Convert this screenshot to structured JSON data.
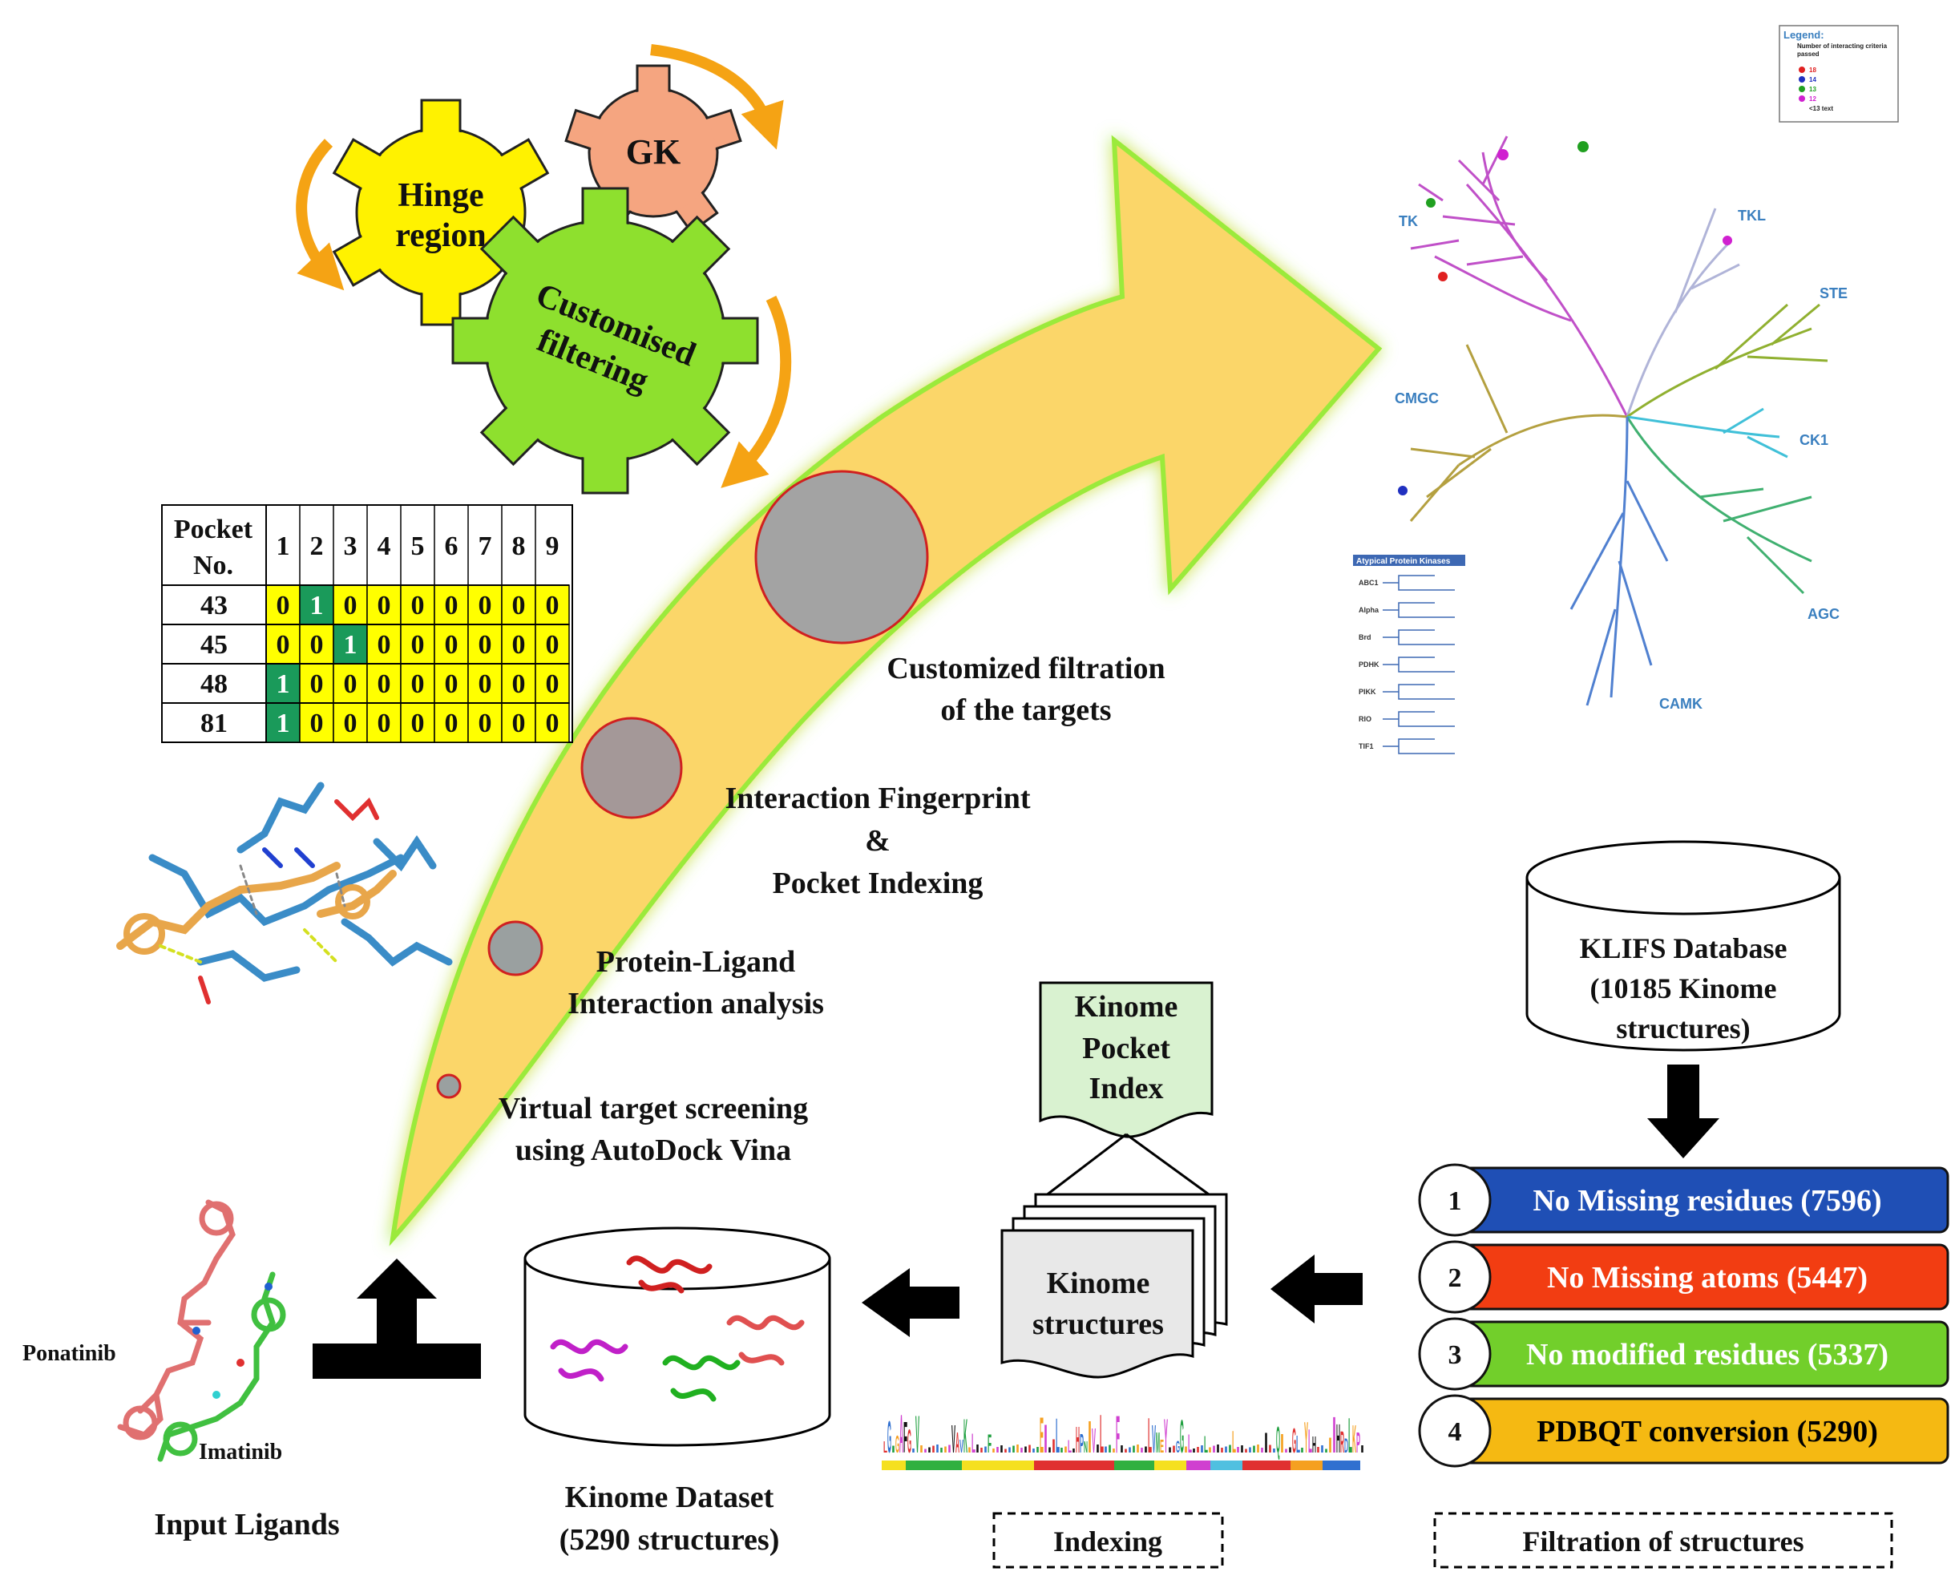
{
  "gears": {
    "hinge": [
      "Hinge",
      "region"
    ],
    "gk": "GK",
    "customised": [
      "Customised",
      "filtering"
    ]
  },
  "pocket_table": {
    "header": [
      "Pocket",
      "No."
    ],
    "columns": [
      "1",
      "2",
      "3",
      "4",
      "5",
      "6",
      "7",
      "8",
      "9"
    ],
    "rows": [
      {
        "pocket": "43",
        "values": [
          "0",
          "1",
          "0",
          "0",
          "0",
          "0",
          "0",
          "0",
          "0"
        ]
      },
      {
        "pocket": "45",
        "values": [
          "0",
          "0",
          "1",
          "0",
          "0",
          "0",
          "0",
          "0",
          "0"
        ]
      },
      {
        "pocket": "48",
        "values": [
          "1",
          "0",
          "0",
          "0",
          "0",
          "0",
          "0",
          "0",
          "0"
        ]
      },
      {
        "pocket": "81",
        "values": [
          "1",
          "0",
          "0",
          "0",
          "0",
          "0",
          "0",
          "0",
          "0"
        ]
      }
    ]
  },
  "arrow_steps": [
    "Virtual target screening",
    "using AutoDock Vina",
    "Protein-Ligand",
    "Interaction analysis",
    "Interaction Fingerprint",
    "&",
    "Pocket Indexing",
    "Customized filtration",
    "of the targets"
  ],
  "kinome_tree": {
    "legend_title": "Legend:",
    "legend_subtitle": [
      "Number of interacting criteria",
      "passed"
    ],
    "legend_items": [
      {
        "label": "18",
        "color": "#e02020"
      },
      {
        "label": "14",
        "color": "#2030c0"
      },
      {
        "label": "13",
        "color": "#20a020"
      },
      {
        "label": "12",
        "color": "#d020d0"
      },
      {
        "label": "<13 text",
        "color": ""
      }
    ],
    "groups": [
      "TK",
      "TKL",
      "STE",
      "CMGC",
      "CK1",
      "AGC",
      "CAMK"
    ],
    "atypical_title": "Atypical Protein Kinases",
    "atypical_items": [
      "ABC1",
      "Alpha",
      "Brd",
      "PDHK",
      "PIKK",
      "RIO",
      "TIF1"
    ]
  },
  "database": [
    "KLIFS Database",
    "(10185 Kinome",
    "structures)"
  ],
  "filters": [
    {
      "num": "1",
      "label": "No Missing residues (7596)",
      "color": "#1f4fb5",
      "text_color": "#ffffff"
    },
    {
      "num": "2",
      "label": "No Missing atoms (5447)",
      "color": "#f23d12",
      "text_color": "#ffffff"
    },
    {
      "num": "3",
      "label": "No modified residues (5337)",
      "color": "#72cf2b",
      "text_color": "#ffffff"
    },
    {
      "num": "4",
      "label": "PDBQT conversion (5290)",
      "color": "#f5b912",
      "text_color": "#000000"
    }
  ],
  "filtration_label": "Filtration of structures",
  "pocket_index": [
    "Kinome",
    "Pocket",
    "Index"
  ],
  "kinome_structures": [
    "Kinome",
    "structures"
  ],
  "indexing_label": "Indexing",
  "dataset_label": [
    "Kinome Dataset",
    "(5290 structures)"
  ],
  "ligands": {
    "names": [
      "Ponatinib",
      "Imatinib"
    ],
    "label": "Input Ligands"
  }
}
